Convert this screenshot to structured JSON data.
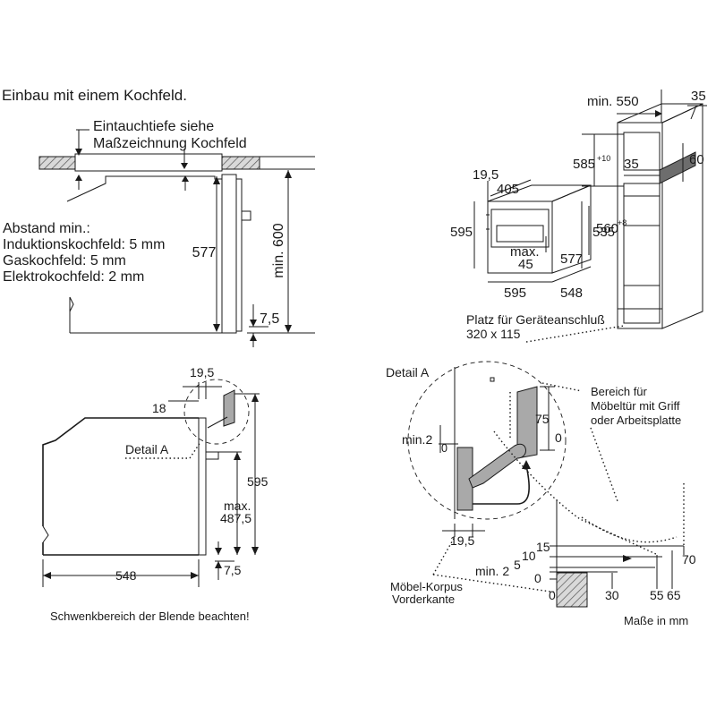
{
  "section_titles": {
    "install_with_hob": "Einbau mit einem Kochfeld.",
    "swing_note": "Schwenkbereich der Blende beachten!",
    "units": "Maße in mm"
  },
  "hob_section": {
    "immersion_line1": "Eintauchtiefe siehe",
    "immersion_line2": "Maßzeichnung Kochfeld",
    "distance_title": "Abstand min.:",
    "distance_induction": "Induktionskochfeld: 5 mm",
    "distance_gas": "Gaskochfeld: 5 mm",
    "distance_electric": "Elektrokochfeld: 2 mm",
    "dim_height": "577",
    "dim_min_height": "min. 600",
    "dim_bottom": "7,5"
  },
  "tall_unit": {
    "dim_min_width": "min. 550",
    "dim_top_depth": "35",
    "dim_niche_height": "585",
    "dim_niche_height_tol": "+10",
    "dim_ventilation_depth": "35",
    "dim_ventilation_height": "60",
    "dim_niche_width": "560",
    "dim_niche_width_tol": "+8",
    "connection_line1": "Platz für Geräteanschluß",
    "connection_line2": "320 x 115"
  },
  "appliance": {
    "dim_front_offset": "19,5",
    "dim_inner_width": "405",
    "dim_front_height": "595",
    "dim_panel_line1": "max.",
    "dim_panel_line2": "45",
    "dim_body_height": "577",
    "dim_side_height": "535",
    "dim_front_width": "595",
    "dim_depth": "548"
  },
  "side_view": {
    "dim_top_offset": "19,5",
    "dim_top_gap": "18",
    "detail_label": "Detail A",
    "dim_total_height": "595",
    "dim_max_line1": "max.",
    "dim_max_line2": "487,5",
    "dim_bottom": "7,5",
    "dim_depth": "548"
  },
  "detail_a": {
    "title": "Detail A",
    "callout_line1": "Bereich für",
    "callout_line2": "Möbeltür mit Griff",
    "callout_line3": "oder Arbeitsplatte",
    "dim_min2": "min.2",
    "dim_zero_small": "0",
    "dim_75": "75",
    "dim_zero_right": "0",
    "dim_bottom": "19,5",
    "body_line1": "Möbel-Korpus",
    "body_line2": "Vorderkante",
    "scale_15": "15",
    "scale_10": "10",
    "scale_5": "5",
    "scale_min2": "min. 2",
    "scale_0": "0",
    "axis_0": "0",
    "axis_30": "30",
    "axis_55": "55",
    "axis_65": "65",
    "axis_70": "70"
  }
}
